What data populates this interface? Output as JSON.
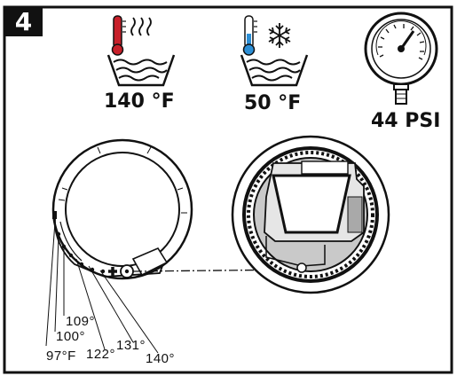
{
  "step": {
    "number": "4"
  },
  "hot_water": {
    "temperature": "140 °F",
    "icon": "hot-water-thermometer-icon",
    "accent": "#c8202a"
  },
  "cold_water": {
    "temperature": "50 °F",
    "icon": "cold-water-thermometer-icon",
    "accent": "#2c8fd6"
  },
  "pressure": {
    "value": "44 PSI",
    "icon": "pressure-gauge-icon"
  },
  "scale": {
    "labels": [
      "109°",
      "100°",
      "97°F",
      "122°",
      "131°",
      "140°"
    ]
  },
  "colors": {
    "ink": "#111111",
    "background": "#ffffff",
    "valve_gray": "#c9c9c9"
  }
}
